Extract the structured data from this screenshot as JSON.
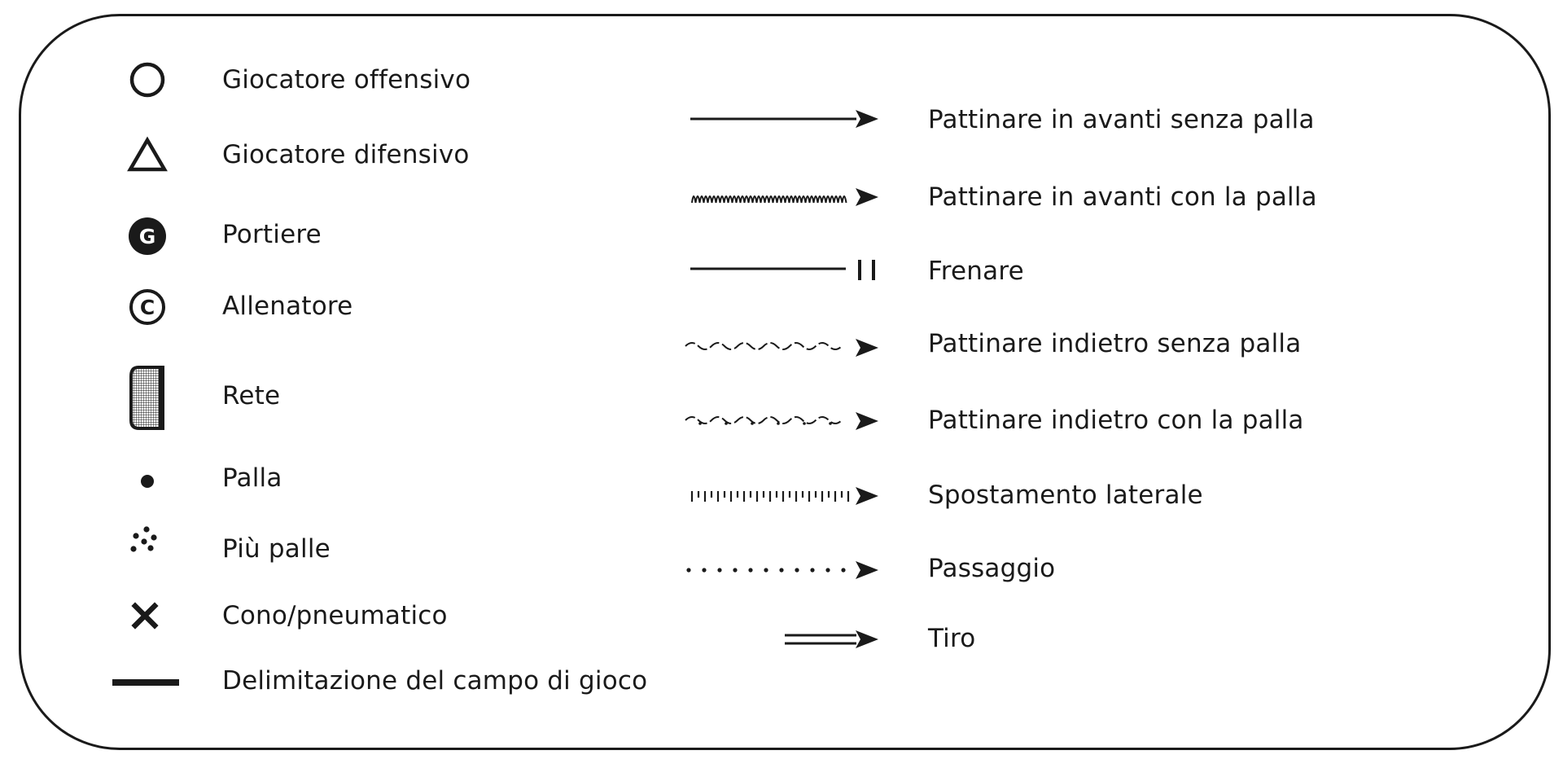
{
  "legend": {
    "left": [
      {
        "icon": "circle-icon",
        "label": "Giocatore offensivo"
      },
      {
        "icon": "triangle-icon",
        "label": "Giocatore difensivo"
      },
      {
        "icon": "goalkeeper-g-icon",
        "label": "Portiere"
      },
      {
        "icon": "coach-c-icon",
        "label": "Allenatore"
      },
      {
        "icon": "net-icon",
        "label": "Rete"
      },
      {
        "icon": "ball-icon",
        "label": "Palla"
      },
      {
        "icon": "multiple-balls-icon",
        "label": "Più palle"
      },
      {
        "icon": "cross-icon",
        "label": "Cono/pneumatico"
      },
      {
        "icon": "thick-line-icon",
        "label": "Delimitazione del campo di gioco"
      }
    ],
    "right": [
      {
        "icon": "straight-arrow-icon",
        "label": "Pattinare in avanti senza palla"
      },
      {
        "icon": "wavy-arrow-icon",
        "label": "Pattinare in avanti con la palla"
      },
      {
        "icon": "stop-line-icon",
        "label": "Frenare"
      },
      {
        "icon": "backward-wave-arrow-icon",
        "label": "Pattinare indietro senza palla"
      },
      {
        "icon": "backward-wave-dotted-arrow-icon",
        "label": "Pattinare indietro con la palla"
      },
      {
        "icon": "tick-line-arrow-icon",
        "label": "Spostamento laterale"
      },
      {
        "icon": "dotted-arrow-icon",
        "label": "Passaggio"
      },
      {
        "icon": "double-line-arrow-icon",
        "label": "Tiro"
      }
    ]
  },
  "colors": {
    "ink": "#1a1a1a",
    "background": "#ffffff"
  }
}
